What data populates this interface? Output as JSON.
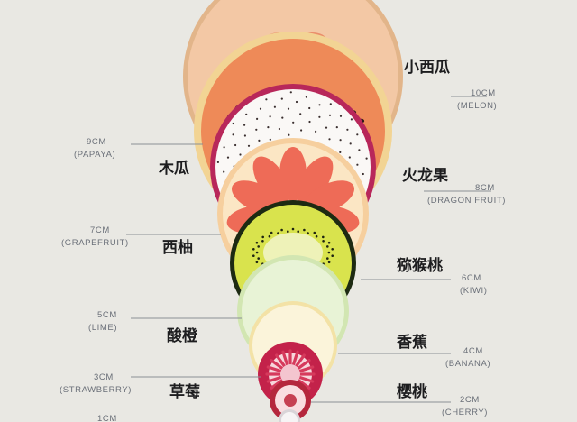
{
  "fruits": [
    {
      "cn": "小西瓜",
      "size": "10CM",
      "en": "(MELON)"
    },
    {
      "cn": "木瓜",
      "size": "9CM",
      "en": "(PAPAYA)"
    },
    {
      "cn": "火龙果",
      "size": "8CM",
      "en": "(DRAGON FRUIT)"
    },
    {
      "cn": "西柚",
      "size": "7CM",
      "en": "(GRAPEFRUIT)"
    },
    {
      "cn": "猕猴桃",
      "size": "6CM",
      "en": "(KIWI)"
    },
    {
      "cn": "酸橙",
      "size": "5CM",
      "en": "(LIME)"
    },
    {
      "cn": "香蕉",
      "size": "4CM",
      "en": "(BANANA)"
    },
    {
      "cn": "草莓",
      "size": "3CM",
      "en": "(STRAWBERRY)"
    },
    {
      "cn": "樱桃",
      "size": "2CM",
      "en": "(CHERRY)"
    },
    {
      "cn": "",
      "size": "1CM",
      "en": ""
    }
  ],
  "colors": {
    "background": "#e9e8e3",
    "melon_rind": "#e5b98d",
    "melon_flesh": "#f3c7a2",
    "papaya_skin": "#f1d28f",
    "papaya_flesh": "#ef8a5a",
    "dragon_skin": "#b8275a",
    "grapefruit_flesh": "#ef6c58",
    "kiwi_skin": "#1d2a12",
    "kiwi_flesh": "#d8e24a",
    "lime_flesh": "#e4f1cf",
    "banana_flesh": "#f8f0cd",
    "strawberry_red": "#c3224a",
    "cherry_red": "#b5273d"
  }
}
